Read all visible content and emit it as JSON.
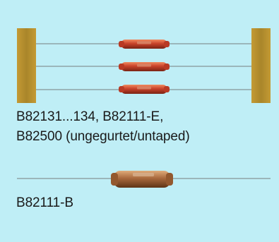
{
  "captions": {
    "taped_line_1": "B82131...134, B82111-E,",
    "taped_line_2": "B82500 (ungegurtet/untaped)",
    "single": "B82111-B"
  },
  "colors": {
    "panel_background": "#bfeef6",
    "tape_strip": "#b08c2a",
    "lead_wire": "#8fa3a6",
    "resistor_body": "#c0402a",
    "single_body": "#a86a3e",
    "caption_text": "#1a1a1a"
  }
}
